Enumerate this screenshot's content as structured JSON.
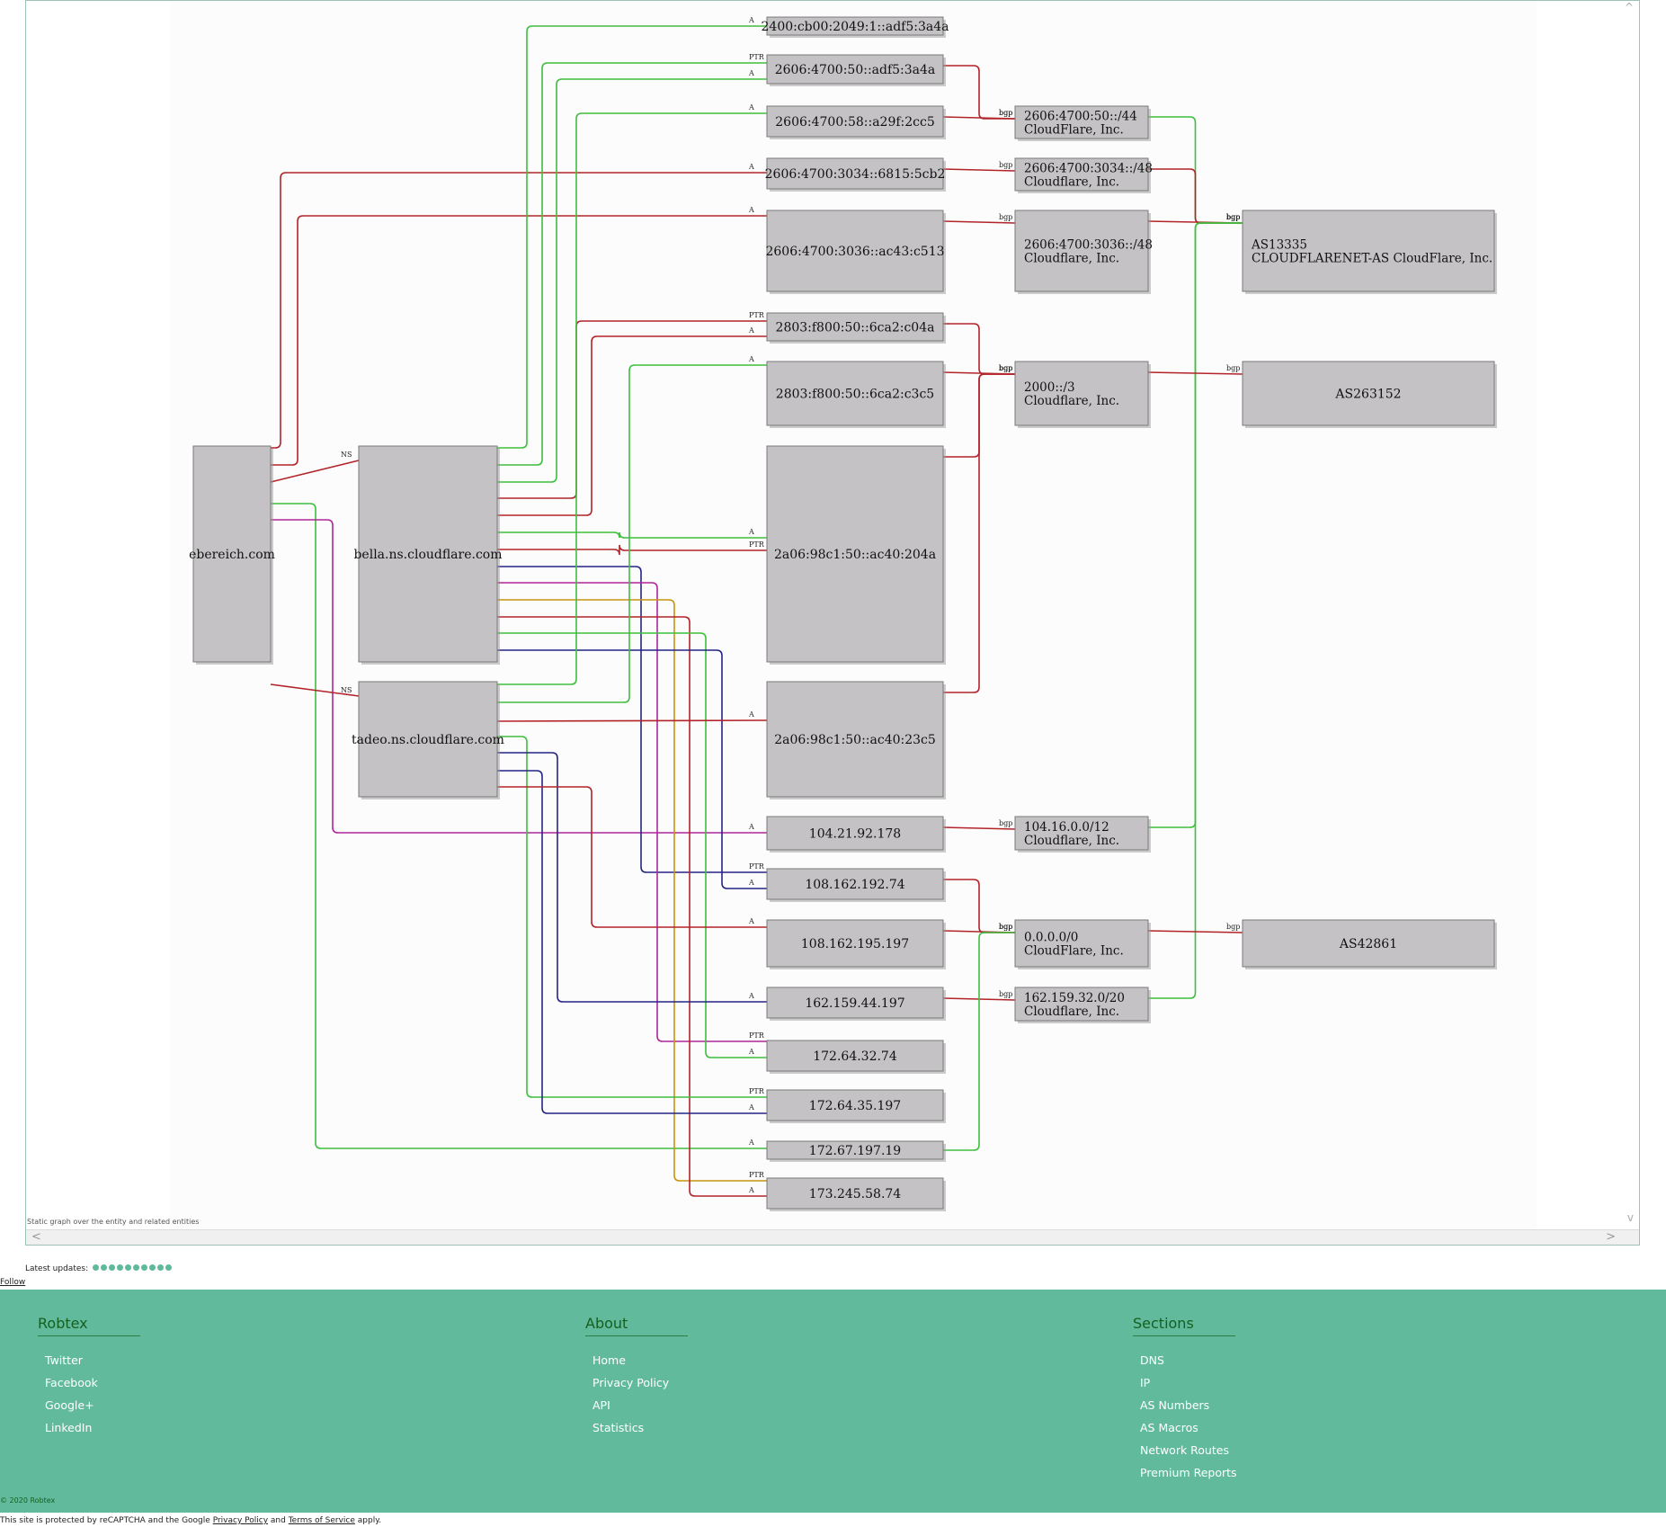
{
  "graph": {
    "caption": "Static graph over the entity and related entities",
    "scroll_left": "<",
    "scroll_right": ">",
    "scroll_up": "^",
    "scroll_down": "v",
    "nodes": [
      {
        "id": "ebereich",
        "lines": [
          "ebereich.com"
        ]
      },
      {
        "id": "bella",
        "lines": [
          "bella.ns.cloudflare.com"
        ]
      },
      {
        "id": "tadeo",
        "lines": [
          "tadeo.ns.cloudflare.com"
        ]
      },
      {
        "id": "ip6_1",
        "lines": [
          "2400:cb00:2049:1::adf5:3a4a"
        ]
      },
      {
        "id": "ip6_2",
        "lines": [
          "2606:4700:50::adf5:3a4a"
        ]
      },
      {
        "id": "ip6_3",
        "lines": [
          "2606:4700:58::a29f:2cc5"
        ]
      },
      {
        "id": "ip6_4",
        "lines": [
          "2606:4700:3034::6815:5cb2"
        ]
      },
      {
        "id": "ip6_5",
        "lines": [
          "2606:4700:3036::ac43:c513"
        ]
      },
      {
        "id": "ip6_6",
        "lines": [
          "2803:f800:50::6ca2:c04a"
        ]
      },
      {
        "id": "ip6_7",
        "lines": [
          "2803:f800:50::6ca2:c3c5"
        ]
      },
      {
        "id": "ip6_8",
        "lines": [
          "2a06:98c1:50::ac40:204a"
        ]
      },
      {
        "id": "ip6_9",
        "lines": [
          "2a06:98c1:50::ac40:23c5"
        ]
      },
      {
        "id": "ip4_1",
        "lines": [
          "104.21.92.178"
        ]
      },
      {
        "id": "ip4_2",
        "lines": [
          "108.162.192.74"
        ]
      },
      {
        "id": "ip4_3",
        "lines": [
          "108.162.195.197"
        ]
      },
      {
        "id": "ip4_4",
        "lines": [
          "162.159.44.197"
        ]
      },
      {
        "id": "ip4_5",
        "lines": [
          "172.64.32.74"
        ]
      },
      {
        "id": "ip4_6",
        "lines": [
          "172.64.35.197"
        ]
      },
      {
        "id": "ip4_7",
        "lines": [
          "172.67.197.19"
        ]
      },
      {
        "id": "ip4_8",
        "lines": [
          "173.245.58.74"
        ]
      },
      {
        "id": "rt_1",
        "lines": [
          "2606:4700:50::/44",
          "CloudFlare, Inc."
        ]
      },
      {
        "id": "rt_2",
        "lines": [
          "2606:4700:3034::/48",
          "Cloudflare, Inc."
        ]
      },
      {
        "id": "rt_3",
        "lines": [
          "2606:4700:3036::/48",
          "Cloudflare, Inc."
        ]
      },
      {
        "id": "rt_4",
        "lines": [
          "2000::/3",
          "Cloudflare, Inc."
        ]
      },
      {
        "id": "rt_5",
        "lines": [
          "104.16.0.0/12",
          "Cloudflare, Inc."
        ]
      },
      {
        "id": "rt_6",
        "lines": [
          "0.0.0.0/0",
          "CloudFlare, Inc."
        ]
      },
      {
        "id": "rt_7",
        "lines": [
          "162.159.32.0/20",
          "Cloudflare, Inc."
        ]
      },
      {
        "id": "as_1",
        "lines": [
          "AS13335",
          "CLOUDFLARENET-AS CloudFlare, Inc."
        ]
      },
      {
        "id": "as_2",
        "lines": [
          "AS263152"
        ]
      },
      {
        "id": "as_3",
        "lines": [
          "AS42861"
        ]
      }
    ],
    "edges": [
      {
        "from": "ebereich",
        "to": "ip6_4",
        "label": "A"
      },
      {
        "from": "ebereich",
        "to": "ip6_5",
        "label": "A"
      },
      {
        "from": "ebereich",
        "to": "bella",
        "label": "NS"
      },
      {
        "from": "ebereich",
        "to": "ip4_7",
        "label": "A"
      },
      {
        "from": "ebereich",
        "to": "ip4_1",
        "label": "A"
      },
      {
        "from": "ebereich",
        "to": "tadeo",
        "label": "NS"
      },
      {
        "from": "bella",
        "to": "ip6_1",
        "label": "A"
      },
      {
        "from": "bella",
        "to": "ip6_2",
        "label": "PTR"
      },
      {
        "from": "bella",
        "to": "ip6_2",
        "label": "A"
      },
      {
        "from": "bella",
        "to": "ip6_6",
        "label": "PTR"
      },
      {
        "from": "bella",
        "to": "ip6_6",
        "label": "A"
      },
      {
        "from": "bella",
        "to": "ip6_8",
        "label": "A"
      },
      {
        "from": "bella",
        "to": "ip6_8",
        "label": "PTR"
      },
      {
        "from": "bella",
        "to": "ip4_2",
        "label": "PTR"
      },
      {
        "from": "bella",
        "to": "ip4_5",
        "label": "PTR"
      },
      {
        "from": "bella",
        "to": "ip4_8",
        "label": "PTR"
      },
      {
        "from": "bella",
        "to": "ip4_8",
        "label": "A"
      },
      {
        "from": "bella",
        "to": "ip4_5",
        "label": "A"
      },
      {
        "from": "bella",
        "to": "ip4_2",
        "label": "A"
      },
      {
        "from": "tadeo",
        "to": "ip6_3",
        "label": "A"
      },
      {
        "from": "tadeo",
        "to": "ip6_7",
        "label": "A"
      },
      {
        "from": "tadeo",
        "to": "ip6_9",
        "label": "A"
      },
      {
        "from": "tadeo",
        "to": "ip4_6",
        "label": "PTR"
      },
      {
        "from": "tadeo",
        "to": "ip4_4",
        "label": "A"
      },
      {
        "from": "tadeo",
        "to": "ip4_6",
        "label": "A"
      },
      {
        "from": "tadeo",
        "to": "ip4_3",
        "label": "A"
      },
      {
        "from": "ip6_2",
        "to": "rt_1",
        "label": "bgp"
      },
      {
        "from": "ip6_3",
        "to": "rt_1",
        "label": "bgp"
      },
      {
        "from": "ip6_4",
        "to": "rt_2",
        "label": "bgp"
      },
      {
        "from": "ip6_5",
        "to": "rt_3",
        "label": "bgp"
      },
      {
        "from": "ip6_6",
        "to": "rt_4",
        "label": "bgp"
      },
      {
        "from": "ip6_7",
        "to": "rt_4",
        "label": "bgp"
      },
      {
        "from": "ip6_8",
        "to": "rt_4",
        "label": "bgp"
      },
      {
        "from": "ip6_9",
        "to": "rt_4",
        "label": "bgp"
      },
      {
        "from": "ip4_1",
        "to": "rt_5",
        "label": "bgp"
      },
      {
        "from": "ip4_2",
        "to": "rt_6",
        "label": "bgp"
      },
      {
        "from": "ip4_3",
        "to": "rt_6",
        "label": "bgp"
      },
      {
        "from": "ip4_4",
        "to": "rt_7",
        "label": "bgp"
      },
      {
        "from": "ip4_7",
        "to": "rt_6",
        "label": "bgp"
      },
      {
        "from": "rt_1",
        "to": "as_1",
        "label": "bgp"
      },
      {
        "from": "rt_2",
        "to": "as_1",
        "label": "bgp"
      },
      {
        "from": "rt_3",
        "to": "as_1",
        "label": "bgp"
      },
      {
        "from": "rt_5",
        "to": "as_1",
        "label": "bgp"
      },
      {
        "from": "rt_7",
        "to": "as_1",
        "label": "bgp"
      },
      {
        "from": "rt_4",
        "to": "as_2",
        "label": "bgp"
      },
      {
        "from": "rt_6",
        "to": "as_3",
        "label": "bgp"
      }
    ]
  },
  "updates": {
    "label": "Latest updates:",
    "dots": 10
  },
  "follow_label": "Follow",
  "footer": {
    "columns": [
      {
        "title": "Robtex",
        "items": [
          "Twitter",
          "Facebook",
          "Google+",
          "LinkedIn"
        ]
      },
      {
        "title": "About",
        "items": [
          "Home",
          "Privacy Policy",
          "API",
          "Statistics"
        ]
      },
      {
        "title": "Sections",
        "items": [
          "DNS",
          "IP",
          "AS Numbers",
          "AS Macros",
          "Network Routes",
          "Premium Reports"
        ]
      }
    ],
    "copyright": "© 2020 Robtex"
  },
  "recaptcha": {
    "prefix": "This site is protected by reCAPTCHA and the Google",
    "privacy": "Privacy Policy",
    "and": "and",
    "terms": "Terms of Service",
    "suffix": "apply."
  },
  "colors": {
    "node_fill": "#c4c2c4",
    "node_stroke": "#7a7a7a",
    "edge_red": "#b3242a",
    "edge_green": "#3fbf3f",
    "edge_navy": "#252585",
    "edge_magenta": "#b0279a",
    "edge_orange": "#c89410",
    "footer_bg": "#62ba9c",
    "footer_heading": "#14601f"
  }
}
